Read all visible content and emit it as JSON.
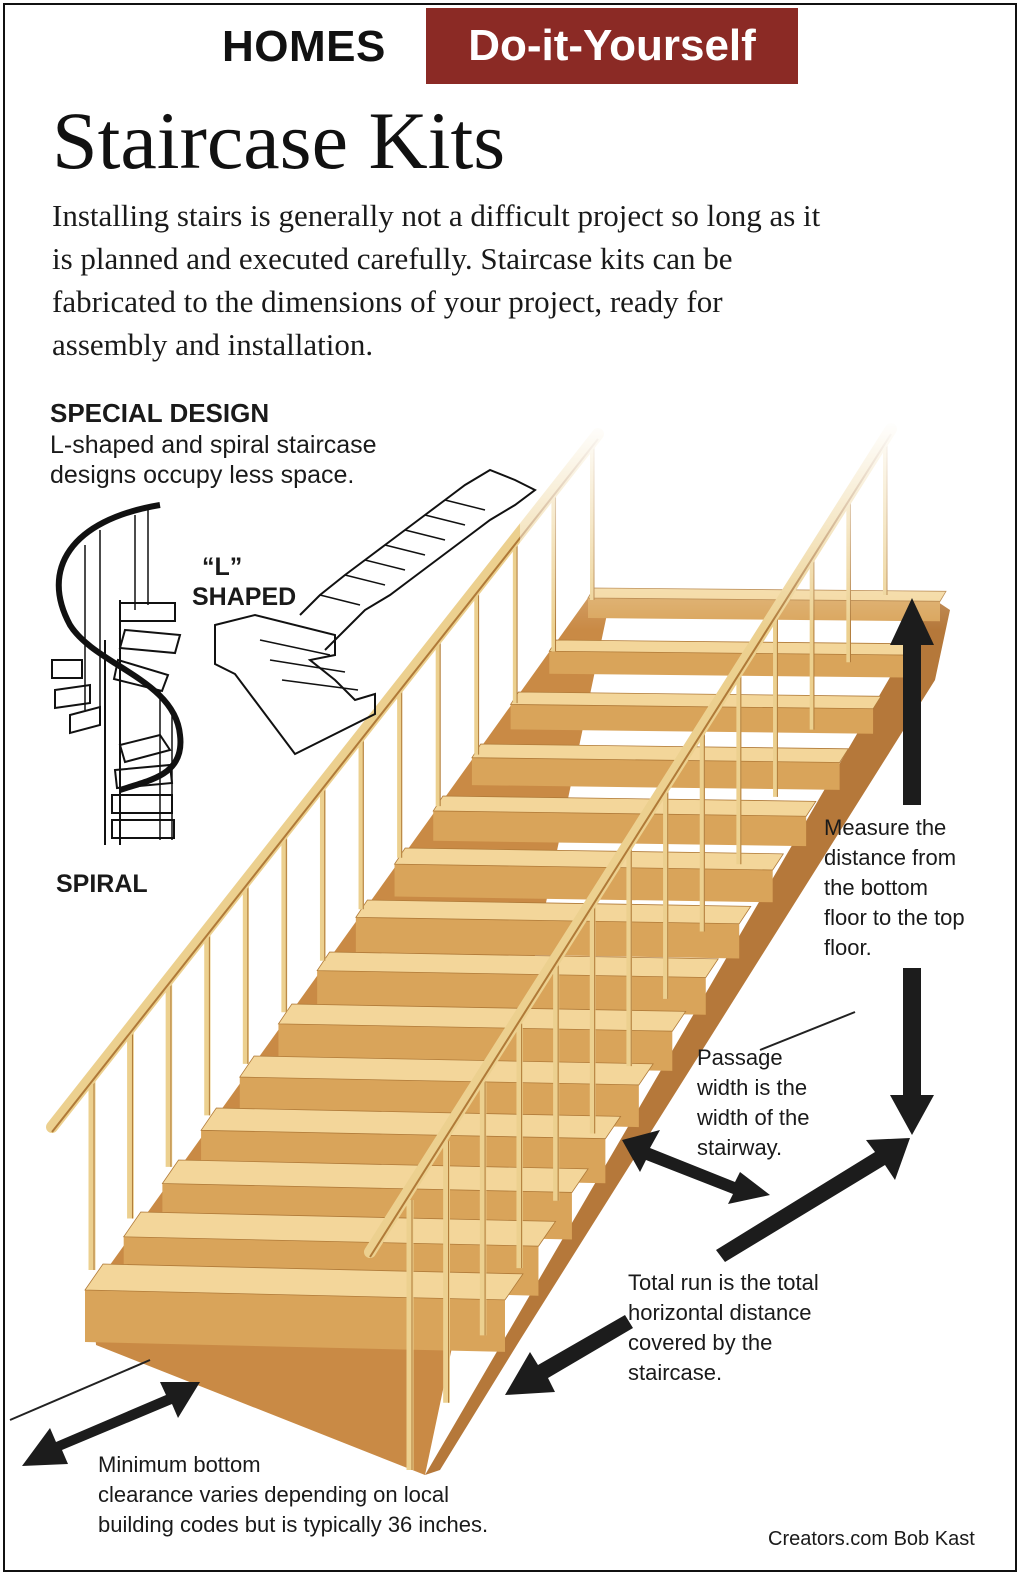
{
  "header": {
    "section": "HOMES",
    "banner": "Do-it-Yourself",
    "banner_color": "#8b2a25"
  },
  "title": "Staircase Kits",
  "intro": [
    "Installing stairs is generally not a difficult project so long as it",
    "is planned and executed carefully. Staircase kits can be",
    "fabricated to the dimensions of your project, ready for",
    "assembly and installation."
  ],
  "special_design": {
    "heading": "SPECIAL DESIGN",
    "lines": [
      "L-shaped and spiral staircase",
      "designs occupy less space."
    ],
    "l_shaped_label": [
      "“L”",
      "SHAPED"
    ],
    "spiral_label": "SPIRAL"
  },
  "callouts": {
    "measure": [
      "Measure the",
      "distance from",
      "the bottom",
      "floor to the top",
      "floor."
    ],
    "passage": [
      "Passage",
      "width is the",
      "width of the",
      "stairway."
    ],
    "total_run": [
      "Total run is the total",
      "horizontal distance",
      "covered by the",
      "staircase."
    ],
    "clearance": [
      "Minimum bottom",
      "clearance varies depending on local",
      "building codes but is typically 36 inches."
    ]
  },
  "credit": "Creators.com Bob Kast",
  "colors": {
    "wood_tread": "#f3d69a",
    "wood_riser": "#d9a45a",
    "wood_shadow": "#b07a38",
    "rail": "#ecd08f",
    "arrow": "#1c1c1c"
  }
}
